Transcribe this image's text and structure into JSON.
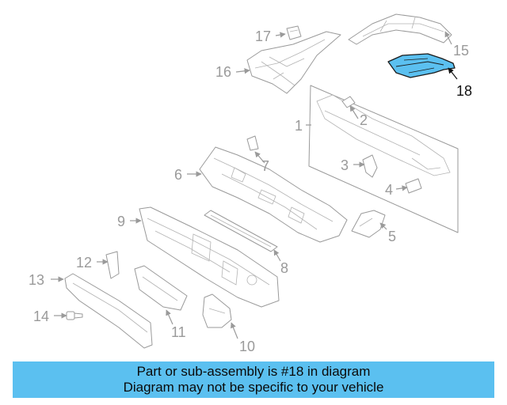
{
  "callouts": {
    "c1": "1",
    "c2": "2",
    "c3": "3",
    "c4": "4",
    "c5": "5",
    "c6": "6",
    "c7": "7",
    "c8": "8",
    "c9": "9",
    "c10": "10",
    "c11": "11",
    "c12": "12",
    "c13": "13",
    "c14": "14",
    "c15": "15",
    "c16": "16",
    "c17": "17",
    "c18": "18"
  },
  "highlight": {
    "part": "18",
    "color": "#5bc0f0"
  },
  "banner": {
    "line1": "Part or sub-assembly is #18 in diagram",
    "line2": "Diagram may not be specific to your vehicle",
    "background": "#5bc0f0"
  }
}
